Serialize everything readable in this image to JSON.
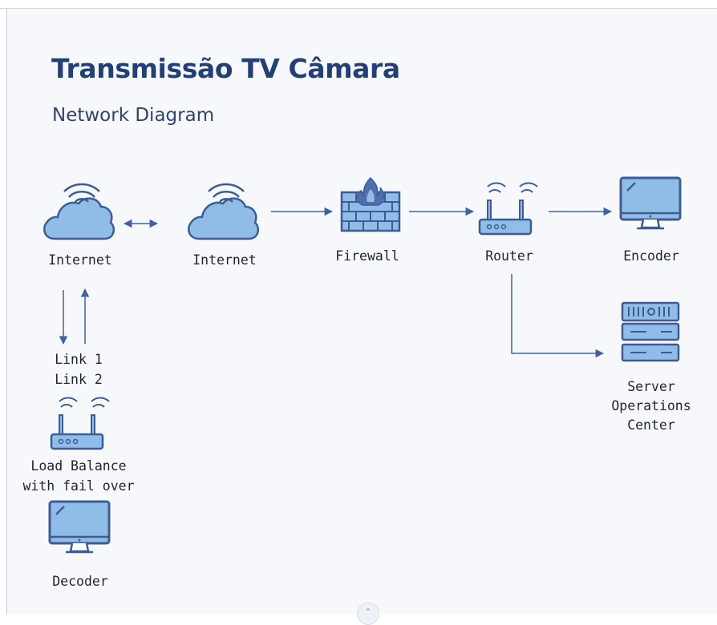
{
  "header": {
    "title": "Transmissão TV Câmara",
    "subtitle": "Network Diagram"
  },
  "nodes": {
    "internet_left": "Internet",
    "internet_right": "Internet",
    "firewall": "Firewall",
    "router": "Router",
    "encoder": "Encoder",
    "link_1": "Link 1",
    "link_2": "Link 2",
    "load_balance_line1": "Load Balance",
    "load_balance_line2": "with fail over",
    "decoder": "Decoder",
    "server_line1": "Server",
    "server_line2": "Operations",
    "server_line3": "Center"
  },
  "colors": {
    "icon_fill": "#90bde8",
    "icon_stroke": "#3f5c91",
    "arrow": "#44629a",
    "title": "#243f73",
    "firewall_flame": "#4f6fb0"
  },
  "icons": [
    "cloud-wifi-icon",
    "firewall-icon",
    "router-icon",
    "monitor-icon",
    "server-icon"
  ]
}
